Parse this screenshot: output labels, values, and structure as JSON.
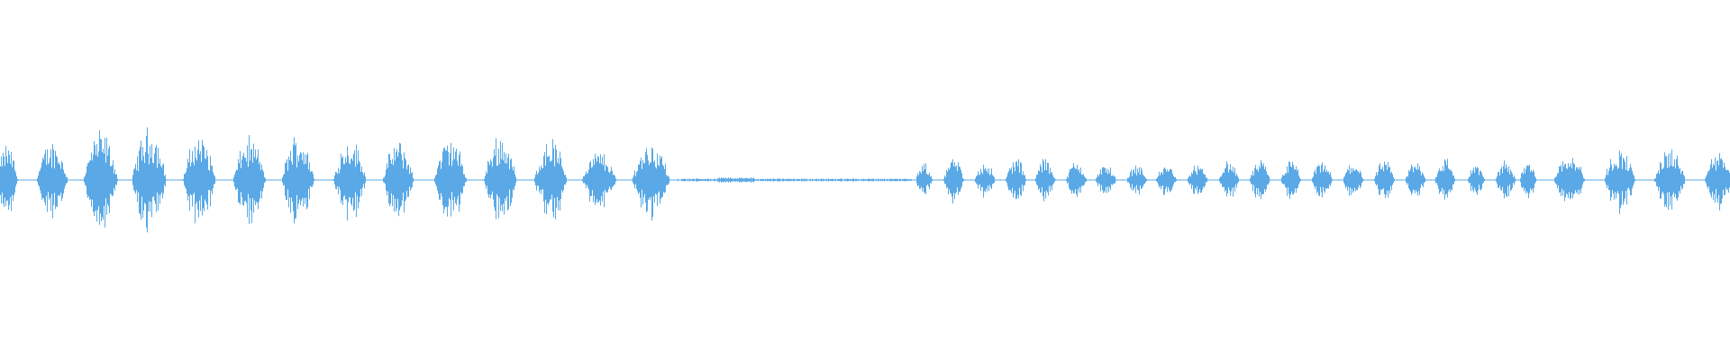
{
  "waveform": {
    "color": "#5aa9e6",
    "background": "#ffffff",
    "bursts_left": [
      {
        "center": 0.004,
        "amp": 0.11,
        "width": 0.012
      },
      {
        "center": 0.03,
        "amp": 0.12,
        "width": 0.018
      },
      {
        "center": 0.058,
        "amp": 0.15,
        "width": 0.02
      },
      {
        "center": 0.086,
        "amp": 0.16,
        "width": 0.02
      },
      {
        "center": 0.115,
        "amp": 0.14,
        "width": 0.019
      },
      {
        "center": 0.144,
        "amp": 0.13,
        "width": 0.019
      },
      {
        "center": 0.172,
        "amp": 0.14,
        "width": 0.019
      },
      {
        "center": 0.202,
        "amp": 0.13,
        "width": 0.019
      },
      {
        "center": 0.23,
        "amp": 0.12,
        "width": 0.018
      },
      {
        "center": 0.26,
        "amp": 0.13,
        "width": 0.019
      },
      {
        "center": 0.289,
        "amp": 0.14,
        "width": 0.019
      },
      {
        "center": 0.318,
        "amp": 0.13,
        "width": 0.019
      },
      {
        "center": 0.346,
        "amp": 0.09,
        "width": 0.02
      },
      {
        "center": 0.376,
        "amp": 0.12,
        "width": 0.022
      }
    ],
    "quiet_segment": {
      "start": 0.392,
      "end": 0.527,
      "amp": 0.004
    },
    "bursts_right": [
      {
        "center": 0.534,
        "amp": 0.05,
        "width": 0.01
      },
      {
        "center": 0.551,
        "amp": 0.07,
        "width": 0.012
      },
      {
        "center": 0.569,
        "amp": 0.06,
        "width": 0.012
      },
      {
        "center": 0.587,
        "amp": 0.07,
        "width": 0.012
      },
      {
        "center": 0.604,
        "amp": 0.07,
        "width": 0.012
      },
      {
        "center": 0.622,
        "amp": 0.06,
        "width": 0.012
      },
      {
        "center": 0.639,
        "amp": 0.05,
        "width": 0.012
      },
      {
        "center": 0.657,
        "amp": 0.05,
        "width": 0.012
      },
      {
        "center": 0.674,
        "amp": 0.05,
        "width": 0.012
      },
      {
        "center": 0.692,
        "amp": 0.05,
        "width": 0.012
      },
      {
        "center": 0.71,
        "amp": 0.06,
        "width": 0.012
      },
      {
        "center": 0.728,
        "amp": 0.06,
        "width": 0.012
      },
      {
        "center": 0.746,
        "amp": 0.06,
        "width": 0.012
      },
      {
        "center": 0.764,
        "amp": 0.06,
        "width": 0.012
      },
      {
        "center": 0.782,
        "amp": 0.06,
        "width": 0.012
      },
      {
        "center": 0.8,
        "amp": 0.06,
        "width": 0.012
      },
      {
        "center": 0.818,
        "amp": 0.06,
        "width": 0.012
      },
      {
        "center": 0.835,
        "amp": 0.07,
        "width": 0.012
      },
      {
        "center": 0.853,
        "amp": 0.05,
        "width": 0.01
      },
      {
        "center": 0.87,
        "amp": 0.06,
        "width": 0.012
      },
      {
        "center": 0.883,
        "amp": 0.06,
        "width": 0.01
      },
      {
        "center": 0.907,
        "amp": 0.09,
        "width": 0.018
      },
      {
        "center": 0.936,
        "amp": 0.1,
        "width": 0.018
      },
      {
        "center": 0.965,
        "amp": 0.1,
        "width": 0.018
      },
      {
        "center": 0.993,
        "amp": 0.09,
        "width": 0.016
      }
    ]
  }
}
